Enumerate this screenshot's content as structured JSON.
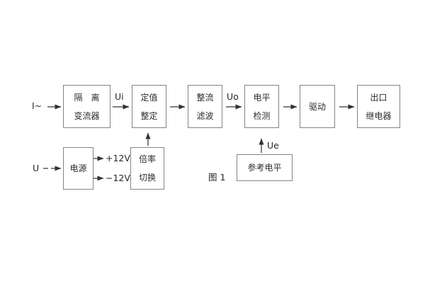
{
  "figure": {
    "caption": "图 1"
  },
  "blocks": {
    "isolation_transducer": {
      "line1": "隔　离",
      "line2": "变流器"
    },
    "setpoint_setting": {
      "line1": "定值",
      "line2": "整定"
    },
    "rectify_filter": {
      "line1": "整流",
      "line2": "滤波"
    },
    "level_detection": {
      "line1": "电平",
      "line2": "检测"
    },
    "drive": {
      "label": "驱动"
    },
    "output_relay": {
      "line1": "出口",
      "line2": "继电器"
    },
    "power_supply": {
      "label": "电源"
    },
    "ratio_switching": {
      "line1": "倍率",
      "line2": "切换"
    },
    "reference_level": {
      "label": "参考电平"
    }
  },
  "signals": {
    "input_current": "I~",
    "input_voltage": "U",
    "ui": "Ui",
    "uo": "Uo",
    "ue": "Ue",
    "plus_12v": "+12V",
    "minus_12v": "−12V"
  },
  "colors": {
    "background": "#ffffff",
    "box_border": "#848484",
    "line": "#333333",
    "text": "#2c2c2c"
  }
}
